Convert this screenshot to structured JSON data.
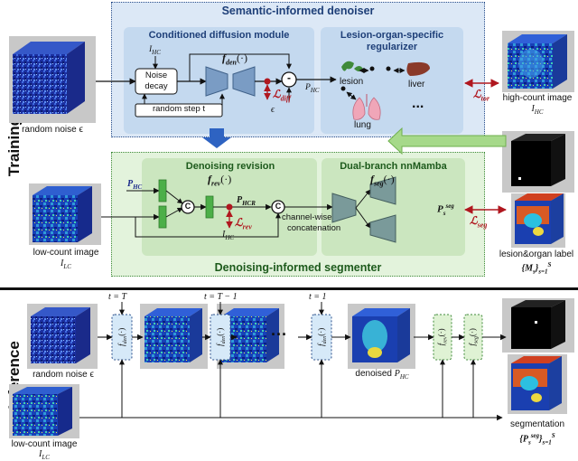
{
  "sections": {
    "training": "Training",
    "inference": "Inference"
  },
  "denoiser": {
    "title": "Semantic-informed denoiser",
    "cdm_title": "Conditioned diffusion module",
    "ihc": "I",
    "ihc_sub": "HC",
    "noise_decay_1": "Noise",
    "noise_decay_2": "decay",
    "random_step": "random step t",
    "f_den": "f",
    "f_den_sub": "den",
    "f_den_arg": "(·)",
    "l_diff": "ℒ",
    "l_diff_sub": "diff",
    "epsilon": "ϵ",
    "p_hc": "P",
    "p_hc_sub": "HC",
    "minus": "-",
    "los_title_1": "Lesion-organ-specific",
    "los_title_2": "regularizer",
    "lesion": "lesion",
    "liver": "liver",
    "lung": "lung",
    "dots": "...",
    "l_tor": "ℒ",
    "l_tor_sub": "tor"
  },
  "segmenter": {
    "title": "Denoising-informed segmenter",
    "rev_title": "Denoising revision",
    "f_rev": "f",
    "f_rev_sub": "rev",
    "f_rev_arg": "(·)",
    "p_hc": "P",
    "p_hc_sub": "HC",
    "p_hcr": "P",
    "p_hcr_sub": "HCR",
    "l_rev": "ℒ",
    "l_rev_sub": "rev",
    "ihc": "I",
    "ihc_sub": "HC",
    "c_symbol": "C",
    "concat_1": "channel-wise",
    "concat_2": "concatenation",
    "mamba_title": "Dual-branch nnMamba",
    "f_seg": "f",
    "f_seg_sub": "seg",
    "f_seg_arg": "(·)",
    "p_seg": "P",
    "p_seg_sub": "s",
    "p_seg_sup": "seg",
    "l_seg": "ℒ",
    "l_seg_sub": "seg"
  },
  "training_images": {
    "random_noise": "random noise ϵ",
    "high_count": "high-count image",
    "high_count_sym": "I",
    "high_count_sub": "HC",
    "low_count": "low-count image",
    "low_count_sym": "I",
    "low_count_sub": "LC",
    "lesion_label": "lesion&organ label",
    "label_set": "{M",
    "label_set_sub": "s",
    "label_set_end": "}",
    "label_set_sup": "S",
    "label_set_low": "s=1"
  },
  "inference": {
    "t_T": "t = T",
    "t_T1": "t = T − 1",
    "t_1": "t = 1",
    "f_den": "f",
    "f_den_sub": "den",
    "f_rev": "f",
    "f_rev_sub": "rev",
    "f_seg": "f",
    "f_seg_sub": "seg",
    "arg": "(·)",
    "dots": "···",
    "random_noise": "random noise ϵ",
    "low_count": "low-count image",
    "low_count_sym": "I",
    "low_count_sub": "LC",
    "denoised": "denoised",
    "denoised_sym": "P",
    "denoised_sub": "HC",
    "segmentation": "segmentation",
    "seg_set": "{P",
    "seg_set_sub": "s",
    "seg_set_sup": "seg",
    "seg_set_end": "}",
    "seg_set_sup2": "S",
    "seg_set_low": "s=1"
  },
  "colors": {
    "denoiser_bg": "#dce8f6",
    "denoiser_border": "#2a4e8a",
    "segmenter_bg": "#e3f3dc",
    "segmenter_border": "#3f8a3a",
    "inner_blue": "#c4d9ef",
    "inner_green": "#cbe6bf",
    "red": "#b0171f",
    "inference_blue": "#d6e9f8",
    "inference_green": "#dff2d4"
  }
}
